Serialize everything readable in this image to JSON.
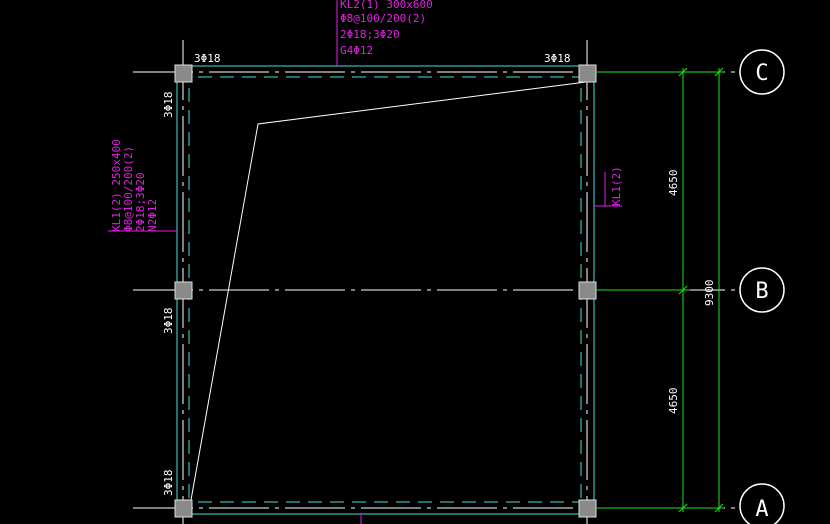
{
  "colors": {
    "background": "#000000",
    "axis_line": "#ffffff",
    "beam_outline": "#40e0e0",
    "annotation": "#e020e0",
    "dimension": "#20e020",
    "column_fill": "#8a8a8a",
    "label_text": "#ffffff"
  },
  "grid_axes": [
    {
      "label": "C"
    },
    {
      "label": "B"
    },
    {
      "label": "A"
    }
  ],
  "dimensions": {
    "upper_span": "4650",
    "lower_span": "4650",
    "total": "9300"
  },
  "beams": {
    "top": {
      "lines": [
        "KL2(1) 300x600",
        "Φ8@100/200(2)",
        "2Φ18;3Φ20",
        "G4Φ12"
      ],
      "left_rebar": "3Φ18",
      "right_rebar": "3Φ18"
    },
    "left": {
      "lines": [
        "KL1(2) 250x400",
        "Φ8@100/200(2)",
        "2Φ18;3Φ20",
        "N2Φ12"
      ],
      "rebar_upper": "3Φ18",
      "rebar_middle": "3Φ18",
      "rebar_lower": "3Φ18"
    },
    "right": {
      "lines": [
        "KL1(2)"
      ]
    }
  },
  "icons": {
    "column": "column-square",
    "axis_bubble": "axis-bubble-circle"
  }
}
